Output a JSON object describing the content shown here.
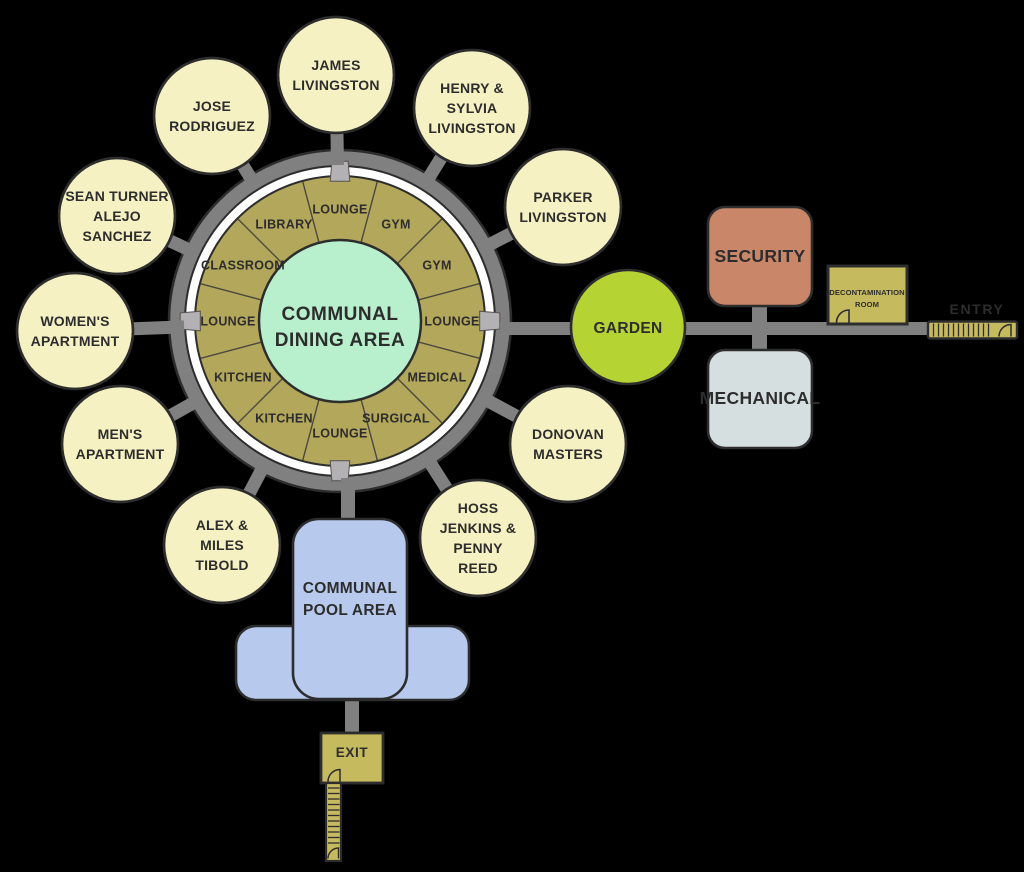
{
  "colors": {
    "background": "#000000",
    "outline": "#2d2d2d",
    "corridor": "#808080",
    "ring_wall": "#808080",
    "walkway": "#ffffff",
    "room_olive": "#b2a75a",
    "hub_mint": "#b8f0cd",
    "residence_yellow": "#f6f1c3",
    "garden_green": "#b6d334",
    "security_red": "#c98668",
    "mechanical_blue": "#d6dfdf",
    "utility_khaki": "#c6ba5f",
    "pool_blue": "#b8c9ee",
    "doorway": "#b4b1b4"
  },
  "hub": {
    "lines": [
      "COMMUNAL",
      "DINING AREA"
    ]
  },
  "ring": {
    "wedges": [
      "LOUNGE",
      "GYM",
      "GYM",
      "LOUNGE",
      "MEDICAL",
      "SURGICAL",
      "LOUNGE",
      "KITCHEN",
      "KITCHEN",
      "LOUNGE",
      "CLASSROOM",
      "LIBRARY"
    ]
  },
  "residences": [
    {
      "id": "jose-rodriguez",
      "lines": [
        "JOSE",
        "RODRIGUEZ"
      ]
    },
    {
      "id": "james-livingston",
      "lines": [
        "JAMES",
        "LIVINGSTON"
      ]
    },
    {
      "id": "henry-sylvia-livingston",
      "lines": [
        "HENRY &",
        "SYLVIA",
        "LIVINGSTON"
      ]
    },
    {
      "id": "sean-turner-alejo-sanchez",
      "lines": [
        "SEAN TURNER",
        "ALEJO",
        "SANCHEZ"
      ]
    },
    {
      "id": "parker-livingston",
      "lines": [
        "PARKER",
        "LIVINGSTON"
      ]
    },
    {
      "id": "womens-apartment",
      "lines": [
        "WOMEN'S",
        "APARTMENT"
      ]
    },
    {
      "id": "mens-apartment",
      "lines": [
        "MEN'S",
        "APARTMENT"
      ]
    },
    {
      "id": "alex-miles-tibold",
      "lines": [
        "ALEX &",
        "MILES",
        "TIBOLD"
      ]
    },
    {
      "id": "hoss-jenkins-penny-reed",
      "lines": [
        "HOSS",
        "JENKINS &",
        "PENNY",
        "REED"
      ]
    },
    {
      "id": "donovan-masters",
      "lines": [
        "DONOVAN",
        "MASTERS"
      ]
    }
  ],
  "garden": {
    "label": "GARDEN"
  },
  "security": {
    "label": "SECURITY"
  },
  "mechanical": {
    "label": "MECHANICAL"
  },
  "decontamination": {
    "lines": [
      "DECONTAMINATION",
      "ROOM"
    ]
  },
  "entry": {
    "label": "ENTRY"
  },
  "exit": {
    "label": "EXIT"
  },
  "pool": {
    "lines": [
      "COMMUNAL",
      "POOL AREA"
    ]
  }
}
